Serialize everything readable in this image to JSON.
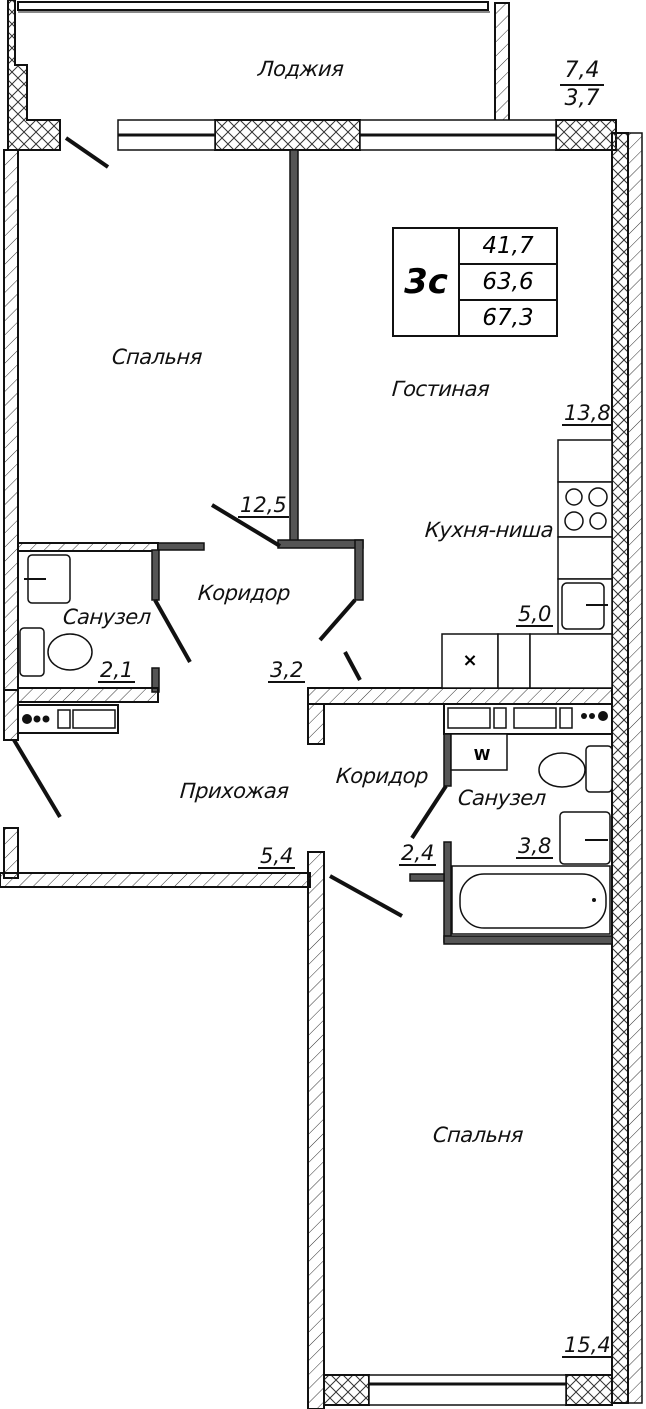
{
  "plan": {
    "apartment_code": "3с",
    "areas": {
      "living": "41,7",
      "total": "63,6",
      "total_with_loggia": "67,3"
    }
  },
  "rooms": {
    "loggia": {
      "name": "Лоджия",
      "area": "7,4",
      "area_reduced": "3,7"
    },
    "bedroom_top": {
      "name": "Спальня",
      "area": "12,5"
    },
    "living_room": {
      "name": "Гостиная",
      "area": "13,8"
    },
    "kitchen": {
      "name": "Кухня-ниша",
      "area": "5,0"
    },
    "corridor_top": {
      "name": "Коридор",
      "area": "3,2"
    },
    "bathroom_left": {
      "name": "Санузел",
      "area": "2,1"
    },
    "hallway": {
      "name": "Прихожая",
      "area": "5,4"
    },
    "corridor_right": {
      "name": "Коридор",
      "area": "2,4"
    },
    "bathroom_right": {
      "name": "Санузел",
      "area": "3,8"
    },
    "bedroom_bottom": {
      "name": "Спальня",
      "area": "15,4"
    }
  },
  "fixtures": {
    "washing_machine_label": "W",
    "range_hood_mark": "×"
  },
  "colors": {
    "wall": "#111111",
    "background": "#ffffff",
    "hatch": "#333333"
  }
}
